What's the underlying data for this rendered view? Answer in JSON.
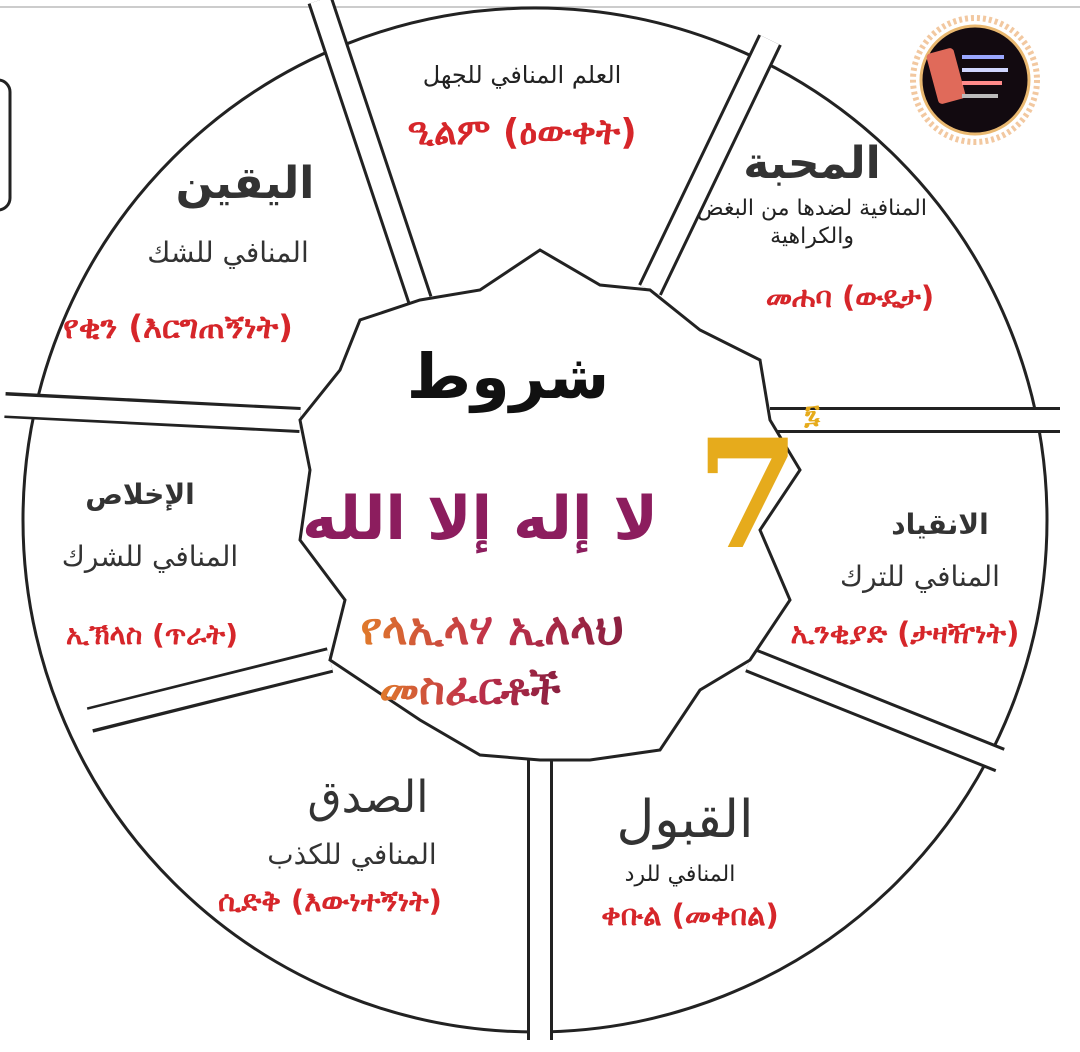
{
  "center": {
    "title_ar": "شروط",
    "tawhid_ar": "لا إله إلا الله",
    "count": "7",
    "count_ethiopic": "፯",
    "title_am_line1": "የላኢላሃ ኢለላህ",
    "title_am_line2": "መስፈርቶች"
  },
  "segments": [
    {
      "id": "knowledge",
      "heading_ar": "",
      "sub_ar": "العلم المنافي للجهل",
      "amharic": "ዒልም (ዕውቀት)"
    },
    {
      "id": "love",
      "heading_ar": "المحبة",
      "sub_ar": "المنافية لضدها من البغض",
      "sub2_ar": "والكراهية",
      "amharic": "መሐባ (ውዴታ)"
    },
    {
      "id": "submission",
      "heading_ar": "الانقياد",
      "sub_ar": "المنافي للترك",
      "amharic": "ኢንቂያድ (ታዛዥነት)"
    },
    {
      "id": "acceptance",
      "heading_ar": "القبول",
      "sub_ar": "المنافي للرد",
      "amharic": "ቀቡል (መቀበል)"
    },
    {
      "id": "truthfulness",
      "heading_ar": "الصدق",
      "sub_ar": "المنافي للكذب",
      "amharic": "ሲድቅ (እውነተኝነት)"
    },
    {
      "id": "sincerity",
      "heading_ar": "الإخلاص",
      "sub_ar": "المنافي للشرك",
      "amharic": "ኢኽላስ (ጥራት)"
    },
    {
      "id": "certainty",
      "heading_ar": "اليقين",
      "sub_ar": "المنافي للشك",
      "amharic": "የቂን (እርግጠኝነት)"
    }
  ],
  "colors": {
    "amharic": "#d6262a",
    "tawhid": "#8c1d5e",
    "seven": "#e6ab1c",
    "outline": "#222222"
  }
}
